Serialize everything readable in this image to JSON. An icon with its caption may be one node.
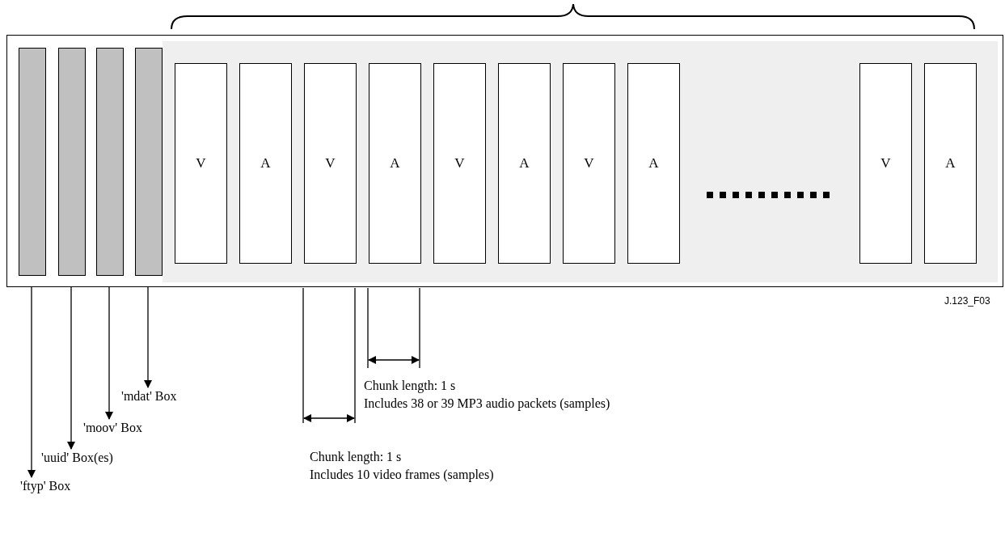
{
  "diagram": {
    "nodes": [
      {
        "text": [],
        "shape": "box"
      },
      {
        "text": [],
        "shape": "bar",
        "in": 0
      },
      {
        "text": [],
        "shape": "bar",
        "in": 0
      },
      {
        "text": [],
        "shape": "bar",
        "in": 0
      },
      {
        "text": [],
        "shape": "bar",
        "in": 0
      },
      {
        "text": [],
        "shape": "box",
        "in": 0
      },
      {
        "text": [
          "V"
        ],
        "in": 5
      },
      {
        "text": [
          "A"
        ],
        "in": 5
      },
      {
        "text": [
          "V"
        ],
        "in": 5
      },
      {
        "text": [
          "A"
        ],
        "in": 5
      },
      {
        "text": [
          "V"
        ],
        "in": 5
      },
      {
        "text": [
          "A"
        ],
        "in": 5
      },
      {
        "text": [
          "V"
        ],
        "in": 5
      },
      {
        "text": [
          "A"
        ],
        "in": 5
      },
      {
        "text": [
          "V"
        ],
        "in": 5
      },
      {
        "text": [
          "A"
        ],
        "in": 5
      },
      {
        "text": [
          "'mdat' Box"
        ]
      },
      {
        "text": [
          "'moov' Box"
        ]
      },
      {
        "text": [
          "'uuid' Box(es)"
        ]
      },
      {
        "text": [
          "'ftyp' Box"
        ]
      }
    ],
    "edges": [
      {
        "from": 1,
        "to": 19,
        "arrow": "to"
      },
      {
        "from": 2,
        "to": 18,
        "arrow": "to"
      },
      {
        "from": 3,
        "to": 17,
        "arrow": "to"
      },
      {
        "from": 4,
        "to": 16,
        "arrow": "to"
      }
    ],
    "labels": [
      "J.123_F03",
      "Chunk length: 1 s",
      "Includes 38 or 39 MP3 audio packets (samples)",
      "Chunk length: 1 s",
      "Includes 10 video frames (samples)"
    ]
  }
}
